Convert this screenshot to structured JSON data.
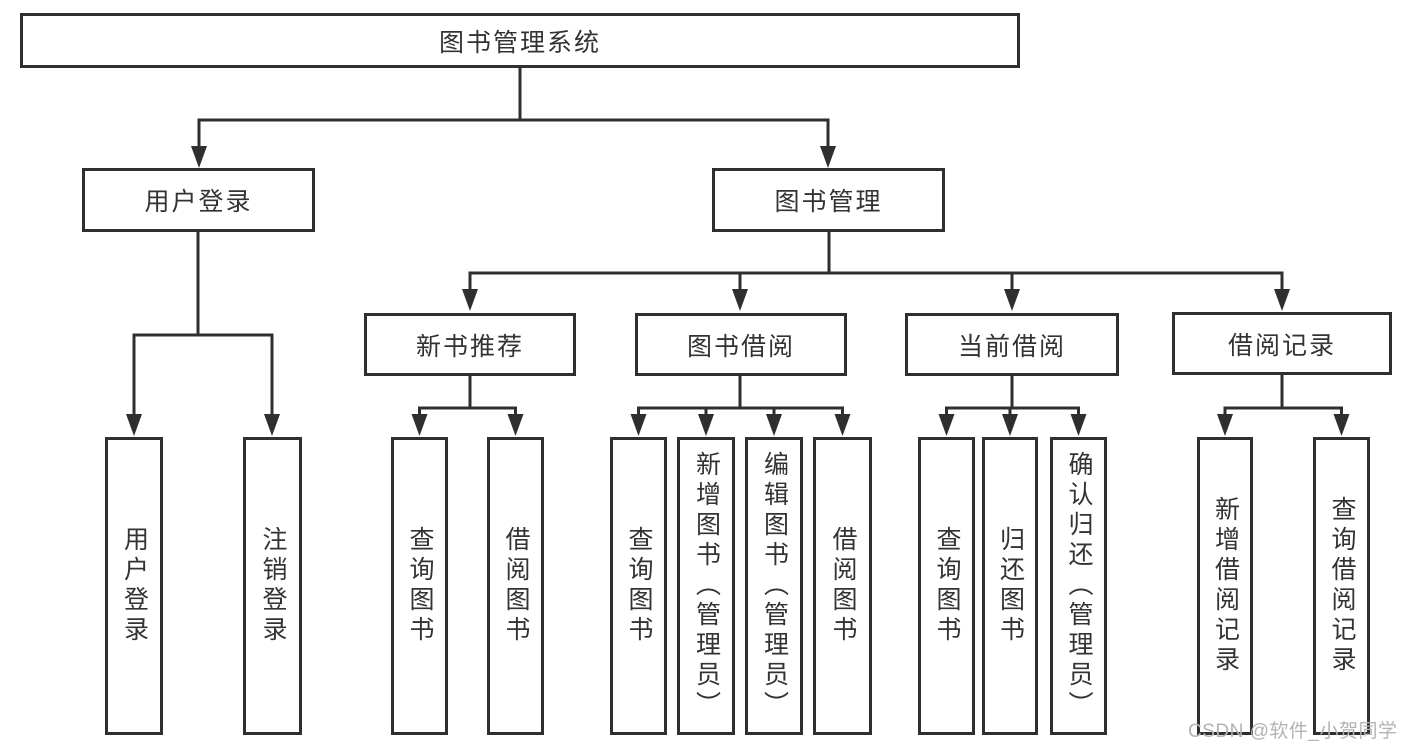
{
  "diagram": {
    "root": {
      "label": "图书管理系统"
    },
    "level2": {
      "user_login": {
        "label": "用户登录"
      },
      "book_management": {
        "label": "图书管理"
      }
    },
    "level3": {
      "new_book_recommend": {
        "label": "新书推荐"
      },
      "book_borrowing": {
        "label": "图书借阅"
      },
      "current_borrowing": {
        "label": "当前借阅"
      },
      "borrowing_records": {
        "label": "借阅记录"
      }
    },
    "leaves": {
      "user_login_leaf": {
        "label": "用户登录"
      },
      "logout": {
        "label": "注销登录"
      },
      "nb_query_books": {
        "label": "查询图书"
      },
      "nb_borrow_books": {
        "label": "借阅图书"
      },
      "bb_query_books": {
        "label": "查询图书"
      },
      "bb_add_books_admin": {
        "label": "新增图书（管理员）"
      },
      "bb_edit_books_admin": {
        "label": "编辑图书（管理员）"
      },
      "bb_borrow_books": {
        "label": "借阅图书"
      },
      "cb_query_books": {
        "label": "查询图书"
      },
      "cb_return_books": {
        "label": "归还图书"
      },
      "cb_confirm_return_admin": {
        "label": "确认归还（管理员）"
      },
      "br_add_record": {
        "label": "新增借阅记录"
      },
      "br_query_record": {
        "label": "查询借阅记录"
      }
    },
    "watermark": "CSDN @软件_小贺同学",
    "colors": {
      "line": "#2f2f2f",
      "text": "#333333",
      "background": "#ffffff",
      "watermark": "#b3b3b3"
    }
  }
}
